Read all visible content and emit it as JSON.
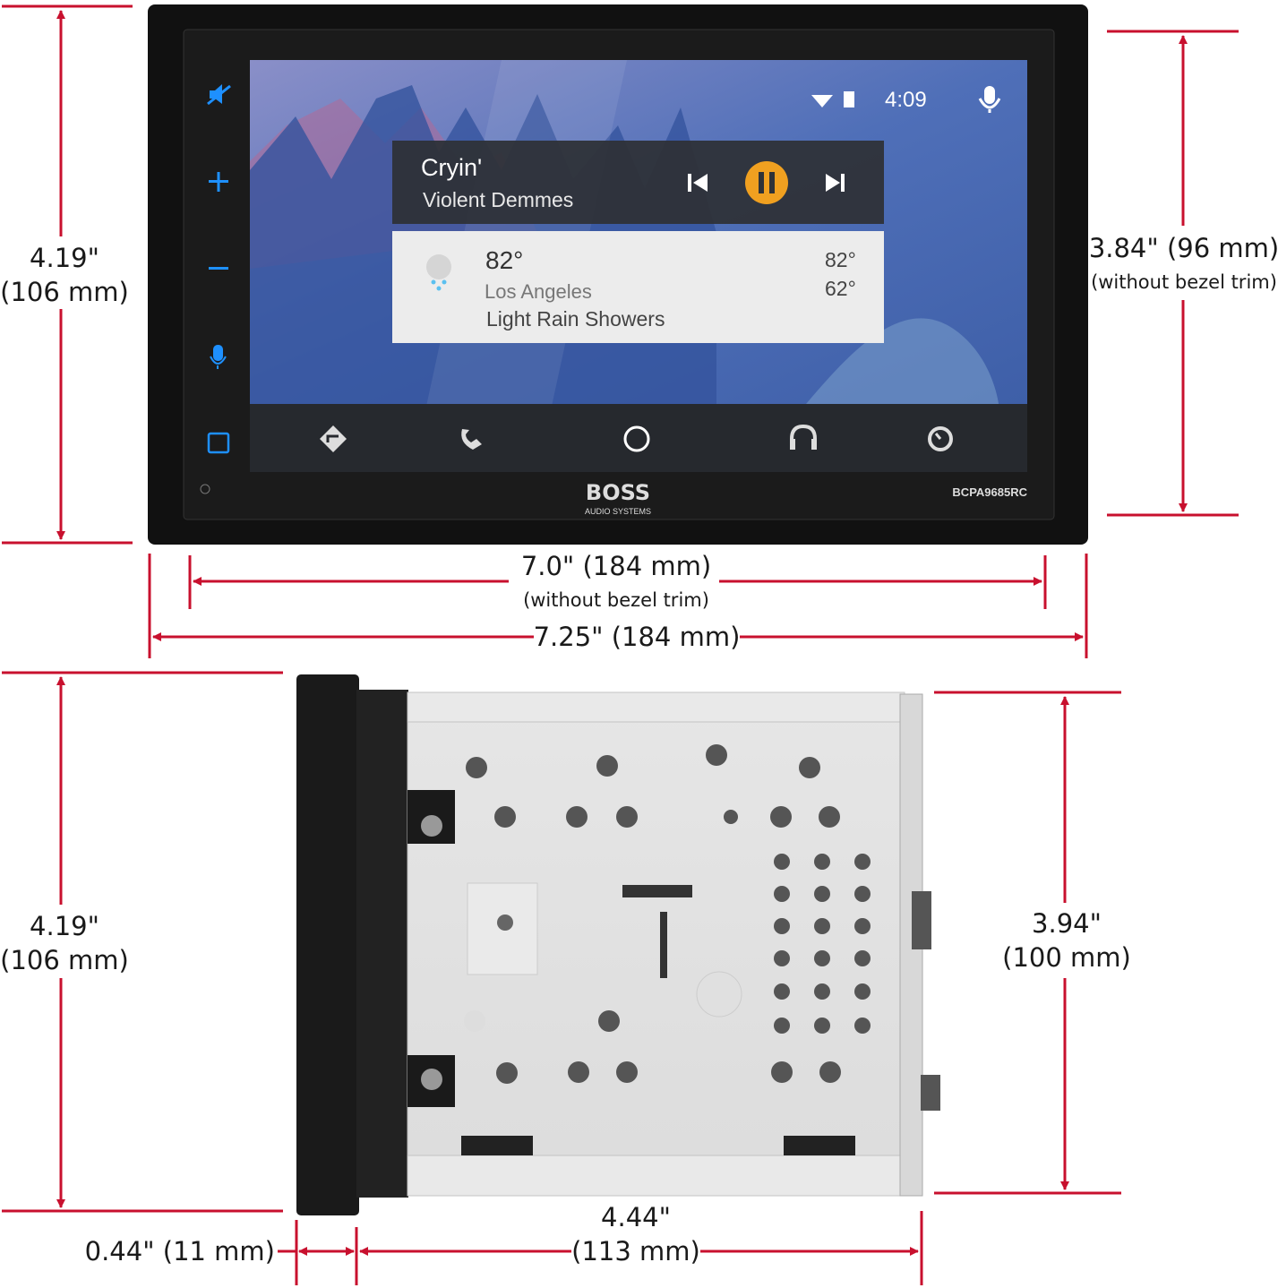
{
  "colors": {
    "dimension_line": "#c8102e",
    "accent_orange": "#f0a020",
    "button_blue": "#1e90ff"
  },
  "front_view": {
    "status_bar": {
      "time": "4:09",
      "icons": [
        "wifi-icon",
        "battery-icon",
        "microphone-icon"
      ]
    },
    "media_card": {
      "title": "Cryin'",
      "artist": "Violent Demmes",
      "controls": [
        "previous-icon",
        "pause-icon",
        "next-icon"
      ]
    },
    "weather_card": {
      "temperature": "82°",
      "city": "Los Angeles",
      "condition": "Light Rain Showers",
      "high": "82°",
      "low": "62°",
      "icon": "rain-cloud-icon"
    },
    "nav_bar": [
      "navigation-icon",
      "phone-icon",
      "home-icon",
      "headphones-icon",
      "dashboard-icon"
    ],
    "side_buttons": [
      "mute-icon",
      "volume-up-icon",
      "volume-down-icon",
      "voice-icon",
      "square-icon"
    ],
    "brand": "BOSS",
    "brand_sub": "AUDIO SYSTEMS",
    "model": "BCPA9685RC"
  },
  "dimensions": {
    "front_height": {
      "inches": "4.19\"",
      "mm": "(106 mm)"
    },
    "screen_height": {
      "label": "3.84\" (96 mm)",
      "note": "(without bezel trim)"
    },
    "width_no_trim": {
      "label": "7.0\" (184 mm)",
      "note": "(without bezel trim)"
    },
    "width_total": {
      "label": "7.25\" (184 mm)"
    },
    "side_height": {
      "inches": "4.19\"",
      "mm": "(106 mm)"
    },
    "chassis_height": {
      "inches": "3.94\"",
      "mm": "(100 mm)"
    },
    "faceplate_depth": {
      "label": "0.44\" (11 mm)"
    },
    "chassis_depth": {
      "inches": "4.44\"",
      "mm": "(113 mm)"
    }
  }
}
